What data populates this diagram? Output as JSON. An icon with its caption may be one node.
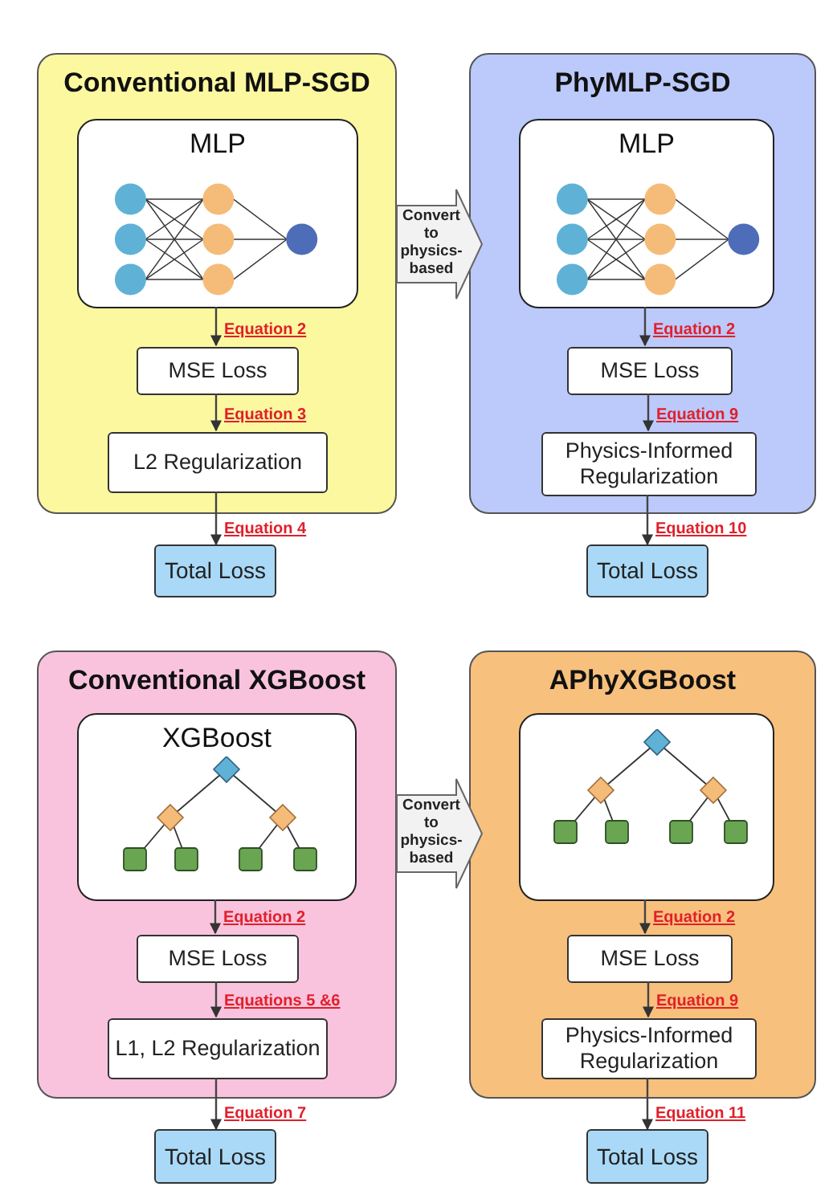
{
  "diagram": {
    "nodes": [
      {
        "text": [
          "Conventional MLP-SGD"
        ]
      },
      {
        "text": [
          "MLP"
        ],
        "in": 0
      },
      {
        "text": [
          "MSE Loss"
        ],
        "in": 0
      },
      {
        "text": [
          "L2 Regularization"
        ],
        "in": 0
      },
      {
        "text": [
          "Total Loss"
        ]
      },
      {
        "text": [
          "PhyMLP-SGD"
        ]
      },
      {
        "text": [
          "MLP"
        ],
        "in": 5
      },
      {
        "text": [
          "MSE Loss"
        ],
        "in": 5
      },
      {
        "text": [
          "Physics-Informed Regularization"
        ],
        "in": 5
      },
      {
        "text": [
          "Total Loss"
        ]
      },
      {
        "text": [
          "Conventional XGBoost"
        ]
      },
      {
        "text": [
          "XGBoost"
        ],
        "in": 10
      },
      {
        "text": [
          "MSE Loss"
        ],
        "in": 10
      },
      {
        "text": [
          "L1, L2 Regularization"
        ],
        "in": 10
      },
      {
        "text": [
          "Total Loss"
        ]
      },
      {
        "text": [
          "APhyXGBoost"
        ]
      },
      {
        "text": [],
        "shape": "box",
        "in": 15
      },
      {
        "text": [
          "MSE Loss"
        ],
        "in": 15
      },
      {
        "text": [
          "Physics-Informed Regularization"
        ],
        "in": 15
      },
      {
        "text": [
          "Total Loss"
        ]
      }
    ],
    "edges": [
      {
        "from": 1,
        "to": 2,
        "arrow": "to",
        "label": "Equation 2"
      },
      {
        "from": 2,
        "to": 3,
        "arrow": "to",
        "label": "Equation 3"
      },
      {
        "from": 3,
        "to": 4,
        "arrow": "to",
        "label": "Equation 4"
      },
      {
        "from": 0,
        "to": 5,
        "arrow": "to",
        "label": "Convert to physics-based",
        "style": "thick"
      },
      {
        "from": 6,
        "to": 7,
        "arrow": "to",
        "label": "Equation 2"
      },
      {
        "from": 7,
        "to": 8,
        "arrow": "to",
        "label": "Equation 9"
      },
      {
        "from": 8,
        "to": 9,
        "arrow": "to",
        "label": "Equation 10"
      },
      {
        "from": 11,
        "to": 12,
        "arrow": "to",
        "label": "Equation 2"
      },
      {
        "from": 12,
        "to": 13,
        "arrow": "to",
        "label": "Equations 5 &6"
      },
      {
        "from": 13,
        "to": 14,
        "arrow": "to",
        "label": "Equation 7"
      },
      {
        "from": 10,
        "to": 15,
        "arrow": "to",
        "label": "Convert to physics-based",
        "style": "thick"
      },
      {
        "from": 16,
        "to": 17,
        "arrow": "to",
        "label": "Equation 2"
      },
      {
        "from": 17,
        "to": 18,
        "arrow": "to",
        "label": "Equation 9"
      },
      {
        "from": 18,
        "to": 19,
        "arrow": "to",
        "label": "Equation 11"
      }
    ]
  }
}
